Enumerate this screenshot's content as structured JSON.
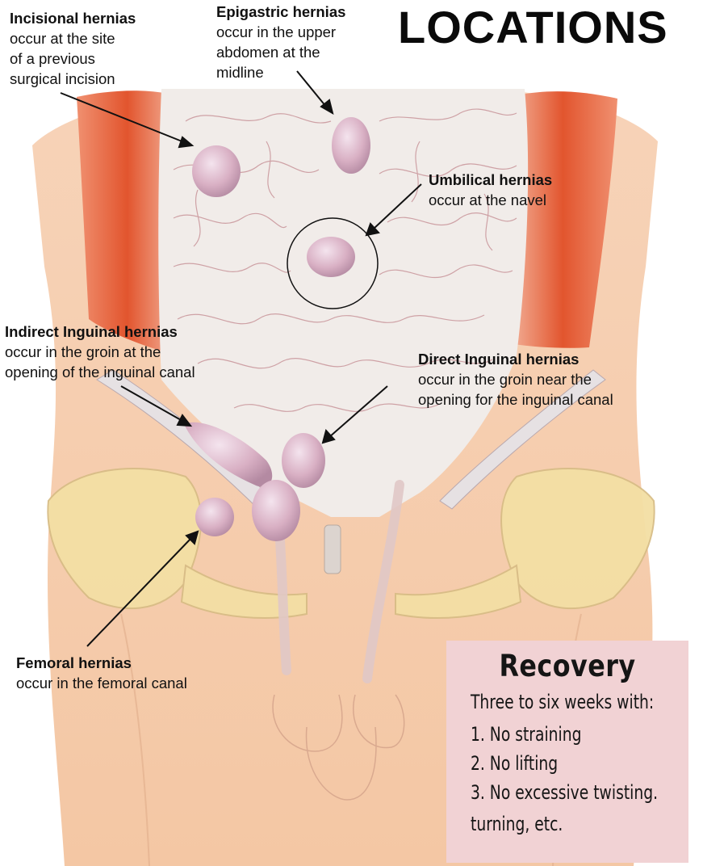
{
  "title": "LOCATIONS",
  "labels": {
    "incisional": {
      "title": "Incisional hernias",
      "desc": "occur at the site\nof a previous\nsurgical incision"
    },
    "epigastric": {
      "title": "Epigastric hernias",
      "desc": "occur in the upper\nabdomen at the\nmidline"
    },
    "umbilical": {
      "title": "Umbilical hernias",
      "desc": "occur at the navel"
    },
    "indirect": {
      "title": "Indirect Inguinal hernias",
      "desc": "occur in the groin at the\nopening of the inguinal canal"
    },
    "direct": {
      "title": "Direct Inguinal hernias",
      "desc": "occur in the groin near the\nopening for the inguinal canal"
    },
    "femoral": {
      "title": "Femoral hernias",
      "desc": "occur in the femoral canal"
    }
  },
  "recovery": {
    "title": "Recovery",
    "intro": "Three to six weeks with:",
    "items": [
      "1.  No straining",
      "2.  No lifting",
      "3.  No excessive twisting.",
      "turning, etc."
    ]
  },
  "colors": {
    "skin": "#f4c7a4",
    "muscle": "#e2552e",
    "fascia": "#f1ece9",
    "hernia": "#d9b0c4",
    "bone": "#f3dfa4",
    "recovery_bg": "#f1d2d4"
  }
}
